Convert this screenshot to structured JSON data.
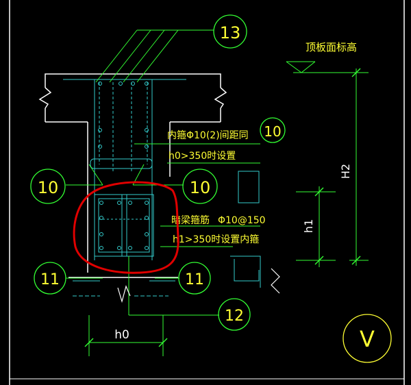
{
  "callouts": {
    "c13": "13",
    "c10_right_top": "10",
    "c10_left": "10",
    "c10_mid": "10",
    "c11_left": "11",
    "c11_right": "11",
    "c12": "12",
    "cV": "V"
  },
  "notes": {
    "top_right_label": "顶板面标高",
    "inner_stirrup_line1": "内箍Φ10(2)间距同",
    "inner_stirrup_line2": "h0>350时设置",
    "hidden_beam_line1": "暗梁箍筋",
    "hidden_beam_spec": "Φ10@150",
    "hidden_beam_line2": "h1>350时设置内箍"
  },
  "dimensions": {
    "H2": "H2",
    "h1": "h1",
    "h0": "h0"
  },
  "colors": {
    "background": "#000000",
    "text_yellow": "#ffff33",
    "line_green": "#33ff33",
    "line_cyan": "#33cccc",
    "line_white": "#ffffff",
    "highlight_red": "#e00000"
  }
}
